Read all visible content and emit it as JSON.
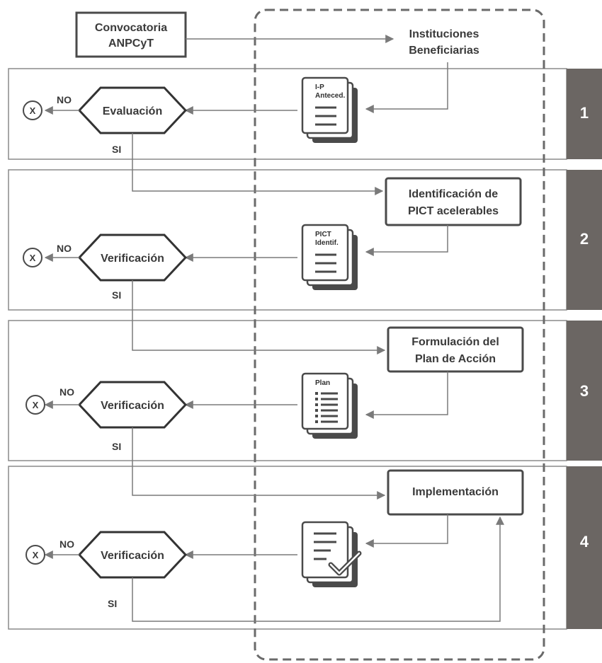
{
  "colors": {
    "line": "#7a7a7a",
    "box_border": "#4a4a4a",
    "stage_tab": "#6b6663",
    "stage_number": "#ffffff",
    "text": "#3a3a3a",
    "doc_shadow": "#4a4a4a"
  },
  "top": {
    "convocatoria_line1": "Convocatoria",
    "convocatoria_line2": "ANPCyT",
    "instituciones_line1": "Instituciones",
    "instituciones_line2": "Beneficiarias"
  },
  "stages": [
    {
      "number": "1",
      "decision": "Evaluación",
      "no_label": "NO",
      "si_label": "SI",
      "reject_symbol": "X",
      "doc_line1": "I-P",
      "doc_line2": "Anteced.",
      "doc_icon": "document-stack-icon"
    },
    {
      "number": "2",
      "process_line1": "Identificación de",
      "process_line2": "PICT acelerables",
      "decision": "Verificación",
      "no_label": "NO",
      "si_label": "SI",
      "reject_symbol": "X",
      "doc_line1": "PICT",
      "doc_line2": "Identif.",
      "doc_icon": "document-stack-icon"
    },
    {
      "number": "3",
      "process_line1": "Formulación del",
      "process_line2": "Plan de Acción",
      "decision": "Verificación",
      "no_label": "NO",
      "si_label": "SI",
      "reject_symbol": "X",
      "doc_line1": "Plan",
      "doc_icon": "document-list-icon"
    },
    {
      "number": "4",
      "process_line1": "Implementación",
      "decision": "Verificación",
      "no_label": "NO",
      "si_label": "SI",
      "reject_symbol": "X",
      "doc_icon": "document-check-icon"
    }
  ]
}
